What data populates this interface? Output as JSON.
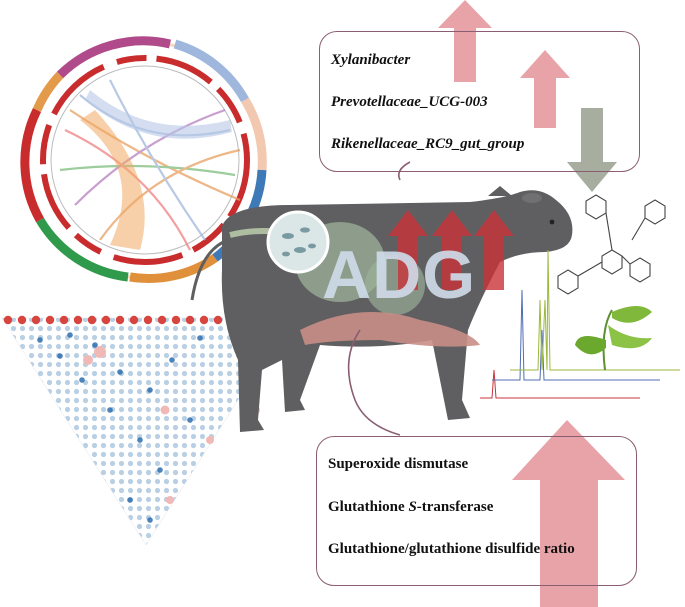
{
  "top_box": {
    "items": [
      "Xylanibacter",
      "Prevotellaceae_UCG-003",
      "Rikenellaceae_RC9_gut_group"
    ]
  },
  "center_label": "ADG",
  "bottom_box": {
    "item1": "Superoxide dismutase",
    "item2_prefix": "Glutathione ",
    "item2_italic": "S",
    "item2_suffix": "-transferase",
    "item3": "Glutathione/glutathione disulfide ratio"
  },
  "arrows": {
    "xylanibacter": "up",
    "prevotellaceae": "up",
    "rikenellaceae": "down",
    "antioxidants": "up"
  },
  "colors": {
    "up_arrow": "#e8a3a8",
    "down_arrow": "#a7ae9f",
    "box_border": "#8a5d73",
    "cow_body": "#5e5e5e",
    "red_arrows": "#c9333a"
  }
}
